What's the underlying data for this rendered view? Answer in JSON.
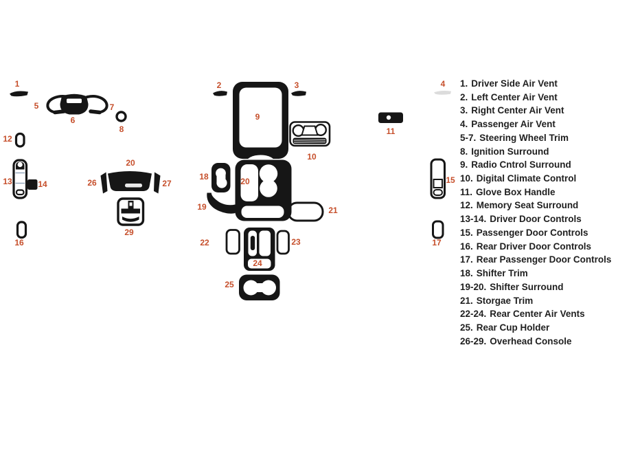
{
  "colors": {
    "background": "#ffffff",
    "part_shape": "#161616",
    "part_label_orange": "#c64f2b",
    "faint_part": "#dcdcdc",
    "legend_text": "#1f1f1f"
  },
  "legend": {
    "items": [
      {
        "num": "1.",
        "name": "Driver Side Air Vent"
      },
      {
        "num": "2.",
        "name": "Left Center Air Vent"
      },
      {
        "num": "3.",
        "name": "Right Center Air Vent"
      },
      {
        "num": "4.",
        "name": "Passenger Air Vent"
      },
      {
        "num": "5-7.",
        "name": "Steering Wheel Trim"
      },
      {
        "num": "8.",
        "name": "Ignition Surround"
      },
      {
        "num": "9.",
        "name": "Radio Cntrol Surround"
      },
      {
        "num": "10.",
        "name": "Digital Climate Control"
      },
      {
        "num": "11.",
        "name": "Glove Box Handle"
      },
      {
        "num": "12.",
        "name": "Memory Seat Surround"
      },
      {
        "num": "13-14.",
        "name": "Driver Door Controls"
      },
      {
        "num": "15.",
        "name": "Passenger Door Controls"
      },
      {
        "num": "16.",
        "name": "Rear Driver Door Controls"
      },
      {
        "num": "17.",
        "name": "Rear Passenger Door Controls"
      },
      {
        "num": "18.",
        "name": "Shifter Trim"
      },
      {
        "num": "19-20.",
        "name": "Shifter Surround"
      },
      {
        "num": "21.",
        "name": "Storgae Trim"
      },
      {
        "num": "22-24.",
        "name": "Rear Center Air Vents"
      },
      {
        "num": "25.",
        "name": "Rear Cup Holder"
      },
      {
        "num": "26-29.",
        "name": "Overhead Console"
      }
    ]
  },
  "diagram": {
    "part_labels": [
      {
        "text": "1"
      },
      {
        "text": "2"
      },
      {
        "text": "3"
      },
      {
        "text": "4"
      },
      {
        "text": "5"
      },
      {
        "text": "6"
      },
      {
        "text": "7"
      },
      {
        "text": "8"
      },
      {
        "text": "9"
      },
      {
        "text": "10"
      },
      {
        "text": "11"
      },
      {
        "text": "12"
      },
      {
        "text": "13"
      },
      {
        "text": "14"
      },
      {
        "text": "15"
      },
      {
        "text": "16"
      },
      {
        "text": "17"
      },
      {
        "text": "18"
      },
      {
        "text": "19"
      },
      {
        "text": "20"
      },
      {
        "text": "21"
      },
      {
        "text": "22"
      },
      {
        "text": "23"
      },
      {
        "text": "24"
      },
      {
        "text": "25"
      },
      {
        "text": "26"
      },
      {
        "text": "27"
      },
      {
        "text": "20"
      },
      {
        "text": "29"
      }
    ]
  }
}
